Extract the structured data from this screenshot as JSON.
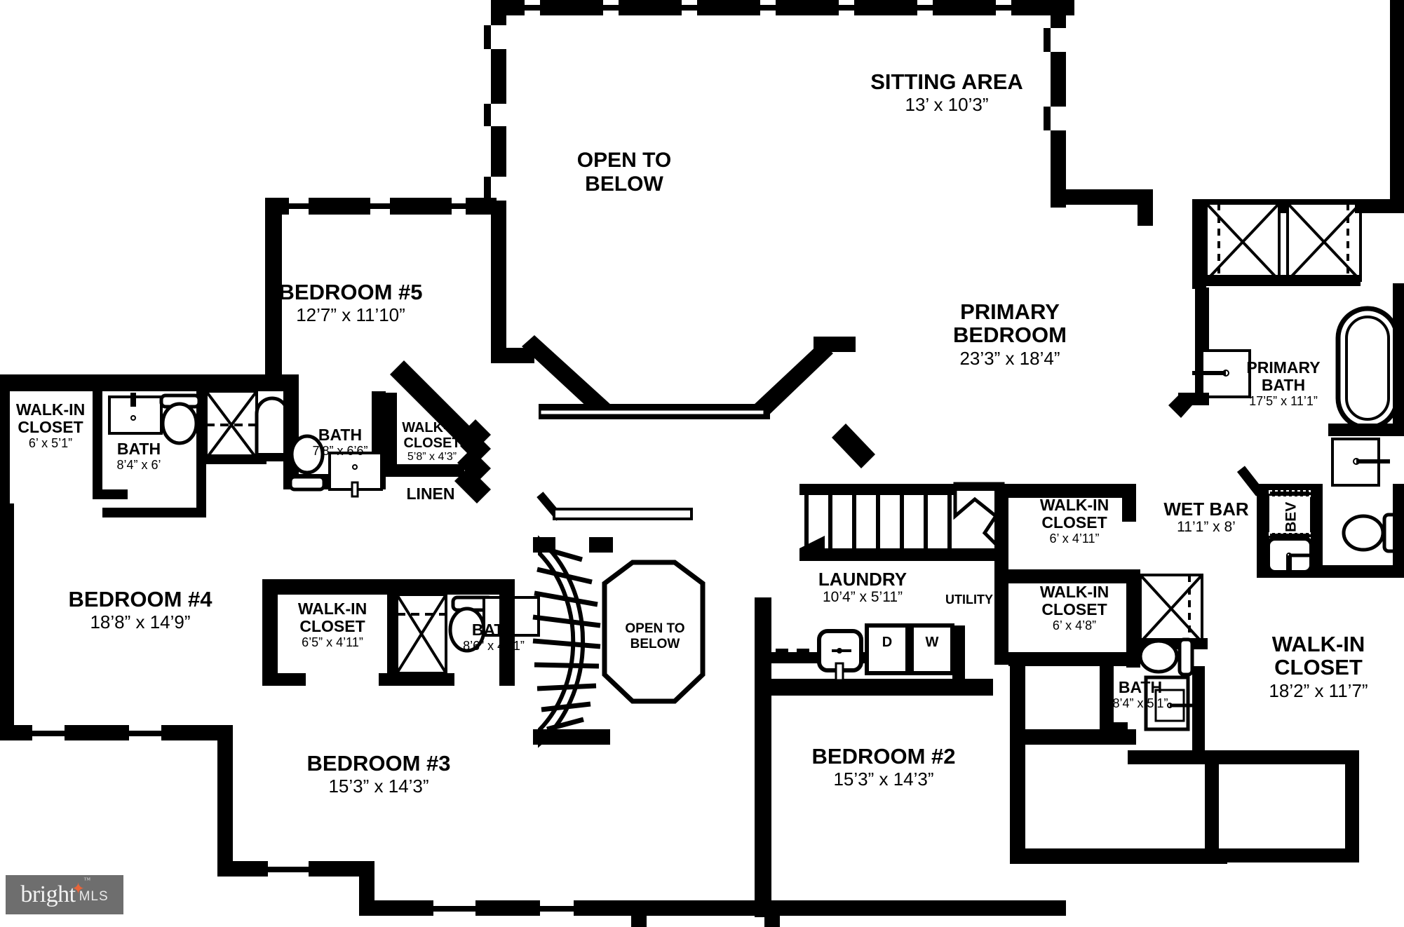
{
  "document": {
    "type": "residential-floor-plan",
    "level": "upper-level"
  },
  "watermark": {
    "brand": "bright",
    "suffix": "MLS",
    "trademark": "™",
    "star_icon": "star-icon",
    "background_color": "#6e6e6e",
    "text_color": "#f2f2f2",
    "accent_color": "#e8653a"
  },
  "rooms": [
    {
      "id": "sitting-area",
      "name": "SITTING AREA",
      "dim": "13’ x 10’3”"
    },
    {
      "id": "primary-bedroom",
      "name": "PRIMARY\nBEDROOM",
      "name1": "PRIMARY",
      "name2": "BEDROOM",
      "dim": "23’3” x 18’4”"
    },
    {
      "id": "primary-bath",
      "name1": "PRIMARY",
      "name2": "BATH",
      "dim": "17’5” x 11’1”"
    },
    {
      "id": "bedroom-5",
      "name": "BEDROOM #5",
      "dim": "12’7” x 11’10”"
    },
    {
      "id": "bedroom-4",
      "name": "BEDROOM #4",
      "dim": "18’8” x 14’9”"
    },
    {
      "id": "bedroom-3",
      "name": "BEDROOM #3",
      "dim": "15’3” x 14’3”"
    },
    {
      "id": "bedroom-2",
      "name": "BEDROOM #2",
      "dim": "15’3” x 14’3”"
    },
    {
      "id": "laundry",
      "name": "LAUNDRY",
      "dim": "10’4” x 5’11”"
    },
    {
      "id": "wet-bar",
      "name": "WET BAR",
      "dim": "11’1” x 8’"
    },
    {
      "id": "closet-nw",
      "name1": "WALK-IN",
      "name2": "CLOSET",
      "dim": "6’ x 5’1”"
    },
    {
      "id": "bath-nw",
      "name": "BATH",
      "dim": "8’4” x 6’"
    },
    {
      "id": "bath-bed5",
      "name": "BATH",
      "dim": "7’8” x 6’6”"
    },
    {
      "id": "closet-bed5",
      "name1": "WALK-IN",
      "name2": "CLOSET",
      "dim": "5’8” x 4’3”"
    },
    {
      "id": "linen",
      "name": "LINEN",
      "dim": ""
    },
    {
      "id": "closet-bed3",
      "name1": "WALK-IN",
      "name2": "CLOSET",
      "dim": "6’5” x 4’11”"
    },
    {
      "id": "bath-bed3",
      "name": "BATH",
      "dim": "8’6” x 4’11”"
    },
    {
      "id": "closet-upper-right",
      "name1": "WALK-IN",
      "name2": "CLOSET",
      "dim": "6’ x 4’11”"
    },
    {
      "id": "closet-lower-right",
      "name1": "WALK-IN",
      "name2": "CLOSET",
      "dim": "6’ x 4’8”"
    },
    {
      "id": "closet-primary",
      "name1": "WALK-IN",
      "name2": "CLOSET",
      "dim": "18’2” x 11’7”"
    },
    {
      "id": "bath-primary-2",
      "name": "BATH",
      "dim": "8’4” x 5’1”"
    },
    {
      "id": "utility",
      "name": "UTILITY",
      "dim": ""
    }
  ],
  "annotations": {
    "open_to_below_top_line1": "OPEN TO",
    "open_to_below_top_line2": "BELOW",
    "open_to_below_stair_line1": "OPEN TO",
    "open_to_below_stair_line2": "BELOW",
    "utility_label": "UTILITY",
    "linen_label": "LINEN",
    "beverage_label": "BEV",
    "dryer_label": "D",
    "washer_label": "W"
  },
  "style": {
    "wall_color": "#000000",
    "floor_color": "#ffffff",
    "text_color": "#000000"
  }
}
